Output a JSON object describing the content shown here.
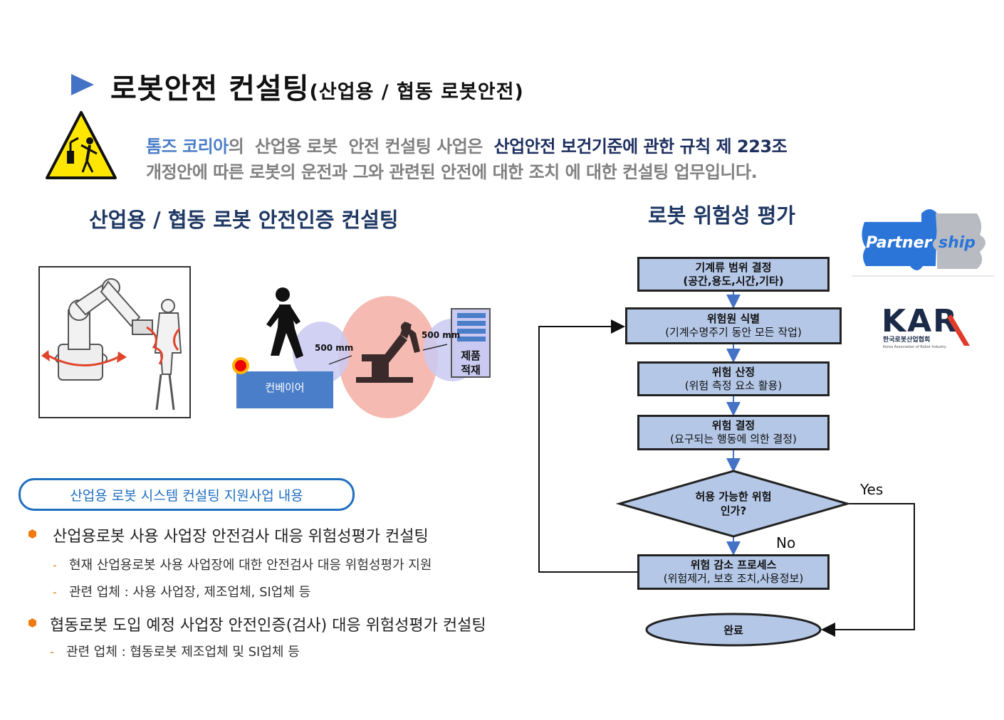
{
  "header": {
    "title": "로봇안전 컨설팅",
    "title_sub": "(산업용 / 협동 로봇안전)"
  },
  "intro": {
    "brand": "톰즈 코리아",
    "line1_mid": "의  산업용 로봇  안전 컨설팅 사업은  ",
    "line1_rule": "산업안전 보건기준에 관한 규칙 제 223조",
    "line2": "개정안에  따른  로봇의  운전과  그와 관련된 안전에 대한 조치 에 대한  컨설팅  업무입니다."
  },
  "sections": {
    "left_heading": "산업용  / 협동 로봇  안전인증  컨설팅",
    "right_heading": "로봇 위험성 평가"
  },
  "illustration": {
    "dist_left": "500 mm",
    "dist_right": "500 mm",
    "conveyor": "컨베이어",
    "product_line1": "제품",
    "product_line2": "적재"
  },
  "logos": {
    "partner_a": "Partner",
    "partner_b": "ship",
    "kar": "KAR",
    "kar_kr": "한국로봇산업협회",
    "kar_en": "Korea Association of Robot Industry"
  },
  "support": {
    "pill": "산업용 로봇 시스템 컨설팅 지원사업 내용",
    "items": [
      {
        "title": "산업용로봇 사용 사업장 안전검사 대응 위험성평가 컨설팅",
        "subs": [
          "현재 산업용로봇 사용 사업장에 대한 안전검사 대응 위험성평가 지원",
          "관련 업체 : 사용 사업장, 제조업체, SI업체 등"
        ]
      },
      {
        "title": "협동로봇 도입 예정 사업장 안전인증(검사) 대응 위험성평가 컨설팅",
        "subs": [
          "관련 업체 : 협동로봇 제조업체 및 SI업체 등"
        ]
      }
    ]
  },
  "flowchart": {
    "step1": {
      "l1": "기계류 범위 결정",
      "l2": "(공간,용도,시간,기타)"
    },
    "step2": {
      "l1": "위험원  식별",
      "l2": "(기계수명주기 동안 모든 작업)"
    },
    "step3": {
      "l1": "위험 산정",
      "l2": "(위험 측정 요소 활용)"
    },
    "step4": {
      "l1": "위험  결정",
      "l2": "(요구되는 행동에 의한 결정)"
    },
    "decision": {
      "l1": "허용 가능한  위험",
      "l2": "인가?"
    },
    "step5": {
      "l1": "위험  감소 프로세스",
      "l2": "(위험제거, 보호 조치,사용정보)"
    },
    "end": "완료",
    "yes": "Yes",
    "no": "No"
  },
  "colors": {
    "accent": "#4472c4",
    "flow_fill": "#b4c7e7",
    "heading": "#1f3864",
    "bullet": "#f07a10"
  }
}
